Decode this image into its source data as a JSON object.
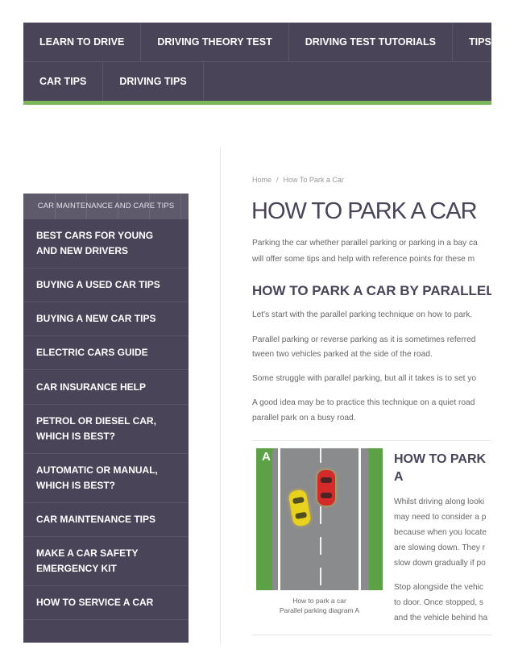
{
  "top_nav": {
    "row1": [
      "LEARN TO DRIVE",
      "DRIVING THEORY TEST",
      "DRIVING TEST TUTORIALS",
      "TIPS FOR"
    ],
    "row2": [
      "CAR TIPS",
      "DRIVING TIPS"
    ]
  },
  "colors": {
    "nav_bg": "#4a4458",
    "accent_green": "#7cb65a",
    "heading": "#4a4458"
  },
  "sidebar": {
    "tab_label": "CAR MAINTENANCE AND CARE TIPS",
    "items": [
      "BEST CARS FOR YOUNG AND NEW DRIVERS",
      "BUYING A USED CAR TIPS",
      "BUYING A NEW CAR TIPS",
      "ELECTRIC CARS GUIDE",
      "CAR INSURANCE HELP",
      "PETROL OR DIESEL CAR, WHICH IS BEST?",
      "AUTOMATIC OR MANUAL, WHICH IS BEST?",
      "CAR MAINTENANCE TIPS",
      "MAKE A CAR SAFETY EMERGENCY KIT",
      "HOW TO SERVICE A CAR"
    ]
  },
  "breadcrumb": {
    "home": "Home",
    "separator": "/",
    "current": "How To Park a Car"
  },
  "page_title": "HOW TO PARK A CAR",
  "intro": {
    "line1": "Parking the car whether parallel parking or parking in a bay ca",
    "line2": "will offer some tips and help with reference points for these m"
  },
  "section_heading": "HOW TO PARK A CAR BY PARALLEL",
  "paragraphs": {
    "p1": "Let's start with the parallel parking technique on how to park.",
    "p2_line1": "Parallel parking or reverse parking as it is sometimes referred",
    "p2_line2": "tween two vehicles parked at the side of the road.",
    "p3": "Some struggle with parallel parking, but all it takes is to set yo",
    "p4_line1": "A good idea may be to practice this technique on a quiet road",
    "p4_line2": "parallel park on a busy road."
  },
  "card": {
    "diagram_letter": "A",
    "caption_line1": "How to park a car",
    "caption_line2": "Parallel parking diagram A",
    "heading_line1": "HOW TO PARK",
    "heading_line2": "A",
    "body_lines": [
      "Whilst driving along looki",
      "may need to consider a p",
      "because when you locate",
      "are slowing down. They r",
      "slow down gradually if po"
    ],
    "body2_lines": [
      "Stop alongside the vehic",
      "to door. Once stopped, s",
      "and the vehicle behind ha"
    ],
    "car_colors": {
      "red": "#d42a2a",
      "yellow": "#e8d21e"
    }
  }
}
